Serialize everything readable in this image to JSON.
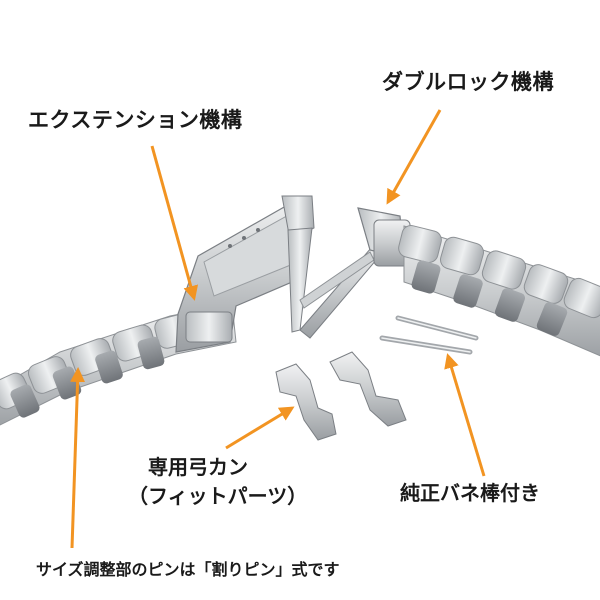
{
  "annotations": {
    "extension": "エクステンション機構",
    "double_lock": "ダブルロック機構",
    "end_piece_line1": "専用弓カン",
    "end_piece_line2": "（フィットパーツ）",
    "spring_bar": "純正バネ棒付き",
    "pin_note": "サイズ調整部のピンは「割りピン」式です"
  },
  "colors": {
    "arrow": "#f29422",
    "text": "#1a1a1a",
    "steel_light": "#e6e8ea",
    "steel_mid": "#c3c6c9",
    "steel_dark": "#8e9296",
    "background": "#ffffff"
  }
}
